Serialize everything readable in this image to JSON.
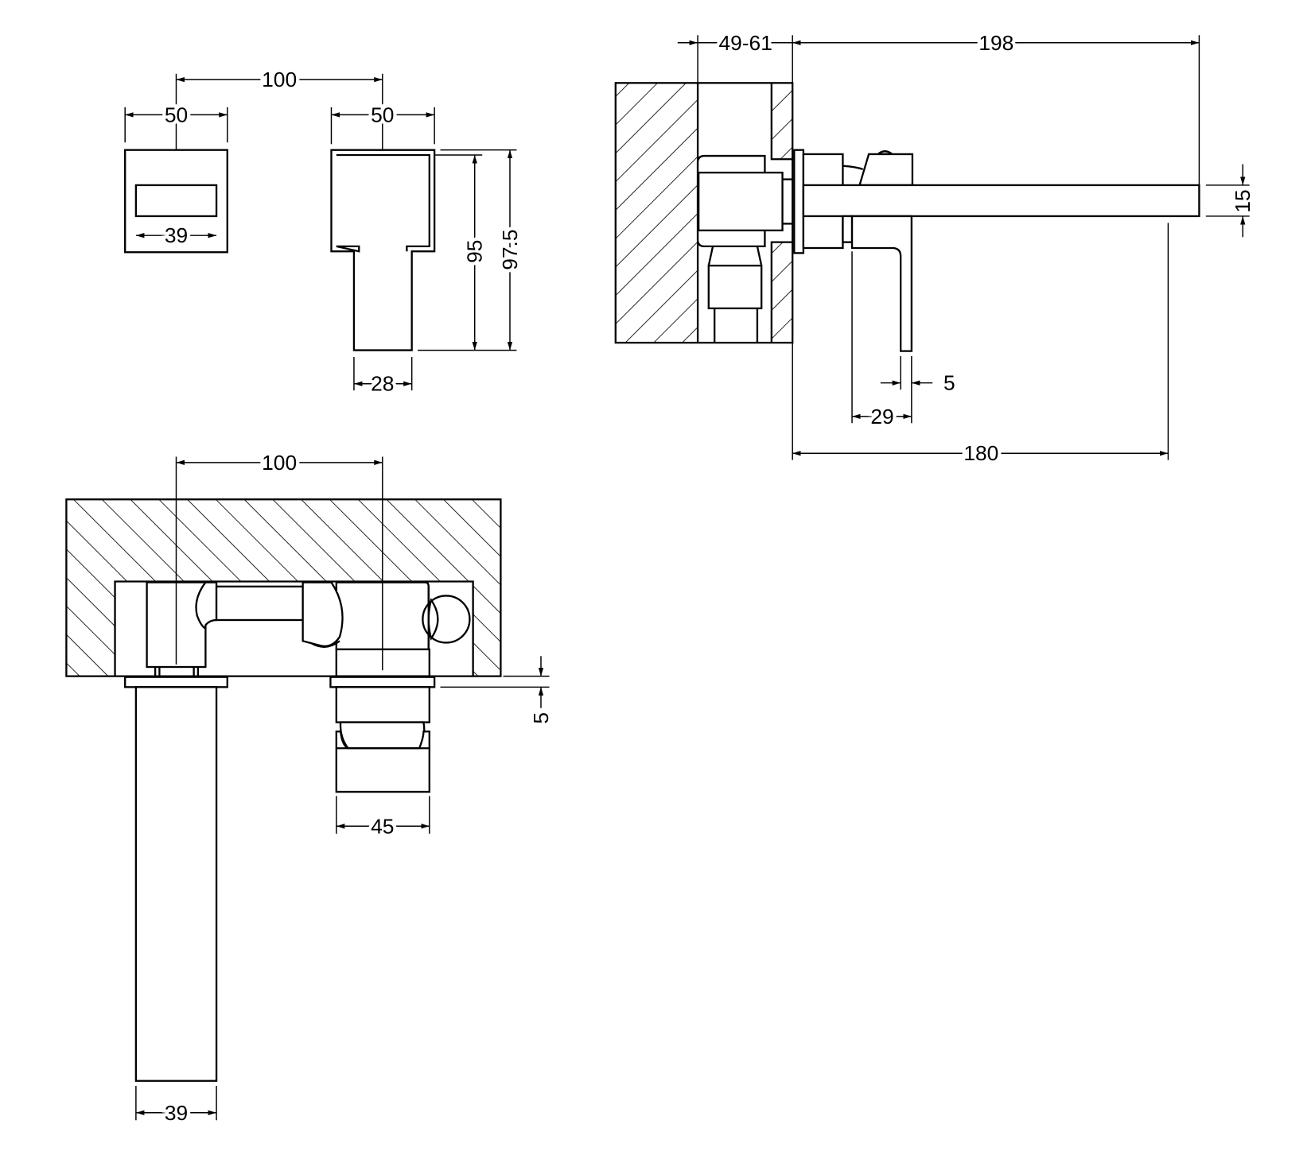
{
  "drawing": {
    "title": "Wall-mounted basin mixer technical drawing",
    "units": "mm",
    "colors": {
      "line": "#000000",
      "background": "#ffffff"
    },
    "front_view": {
      "centres": "100",
      "lever_width": "50",
      "lever_inner": "39",
      "spout_width": "50",
      "spout_neck": "28",
      "height_inner": "95",
      "height_outer": "97.5"
    },
    "side_view": {
      "wall_depth": "49-61",
      "projection_overall": "198",
      "projection_spout": "180",
      "lever_plate": "29",
      "lever_thickness": "5",
      "spout_thickness": "15"
    },
    "plan_view": {
      "centres": "100",
      "plate_thickness": "5",
      "handle_width": "45",
      "spout_width": "39"
    }
  }
}
